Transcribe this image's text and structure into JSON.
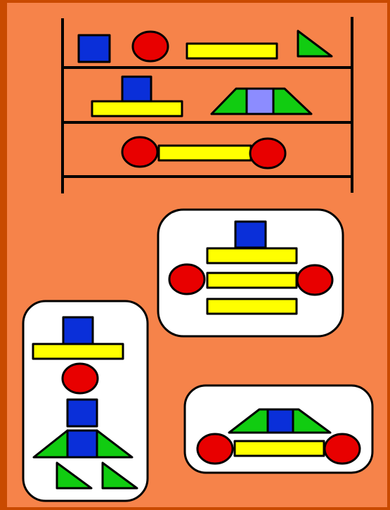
{
  "colors": {
    "frame_border": "#c94a00",
    "background": "#f6834a",
    "panel_fill": "#ffffff",
    "outline": "#000000",
    "blue": "#0a2fd9",
    "red": "#e80000",
    "yellow": "#ffff00",
    "green": "#11cc11",
    "light_blue": "#8c8cff"
  },
  "shelf": {
    "rows": [
      {
        "items": [
          "blue-square",
          "red-circle",
          "yellow-bar",
          "green-triangle"
        ]
      },
      {
        "items": [
          "blue-square-on-yellow-bar",
          "green-trapezoid-with-window"
        ]
      },
      {
        "items": [
          "red-circle",
          "yellow-bar",
          "red-circle"
        ]
      }
    ]
  },
  "models": [
    {
      "name": "robot-figure",
      "parts": [
        "blue-square",
        "yellow-bar",
        "red-circle",
        "blue-square",
        "green-triangle",
        "blue-square",
        "green-triangle",
        "green-triangle",
        "green-triangle"
      ]
    },
    {
      "name": "tiered-figure",
      "parts": [
        "blue-square",
        "yellow-bar",
        "yellow-bar",
        "yellow-bar",
        "red-circle",
        "red-circle"
      ]
    },
    {
      "name": "car-figure",
      "parts": [
        "green-triangle",
        "blue-square",
        "green-triangle",
        "yellow-bar",
        "red-circle",
        "red-circle"
      ]
    }
  ]
}
